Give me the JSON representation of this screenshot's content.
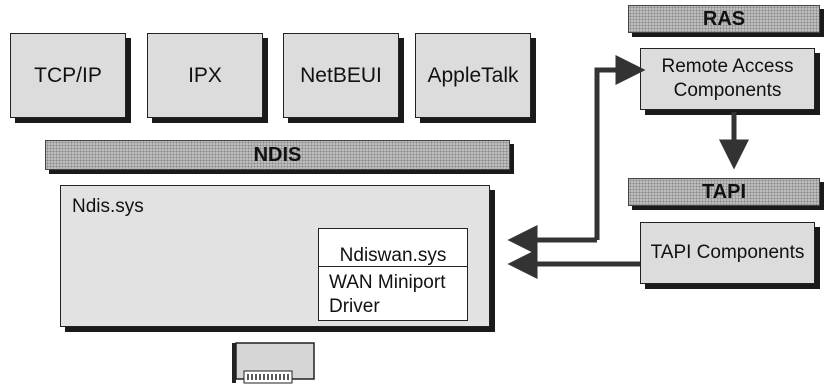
{
  "protocols": {
    "tcpip": "TCP/IP",
    "ipx": "IPX",
    "netbeui": "NetBEUI",
    "appletalk": "AppleTalk"
  },
  "ndis": {
    "band": "NDIS",
    "container_label": "Ndis.sys",
    "ndiswan": "Ndiswan.sys",
    "wan_miniport": "WAN Miniport Driver"
  },
  "ras": {
    "band": "RAS",
    "component": "Remote Access Components"
  },
  "tapi": {
    "band": "TAPI",
    "component": "TAPI Components"
  },
  "colors": {
    "box_fill": "#dcdcdc",
    "band_fill": "#bfbfbf",
    "arrow": "#333333"
  }
}
